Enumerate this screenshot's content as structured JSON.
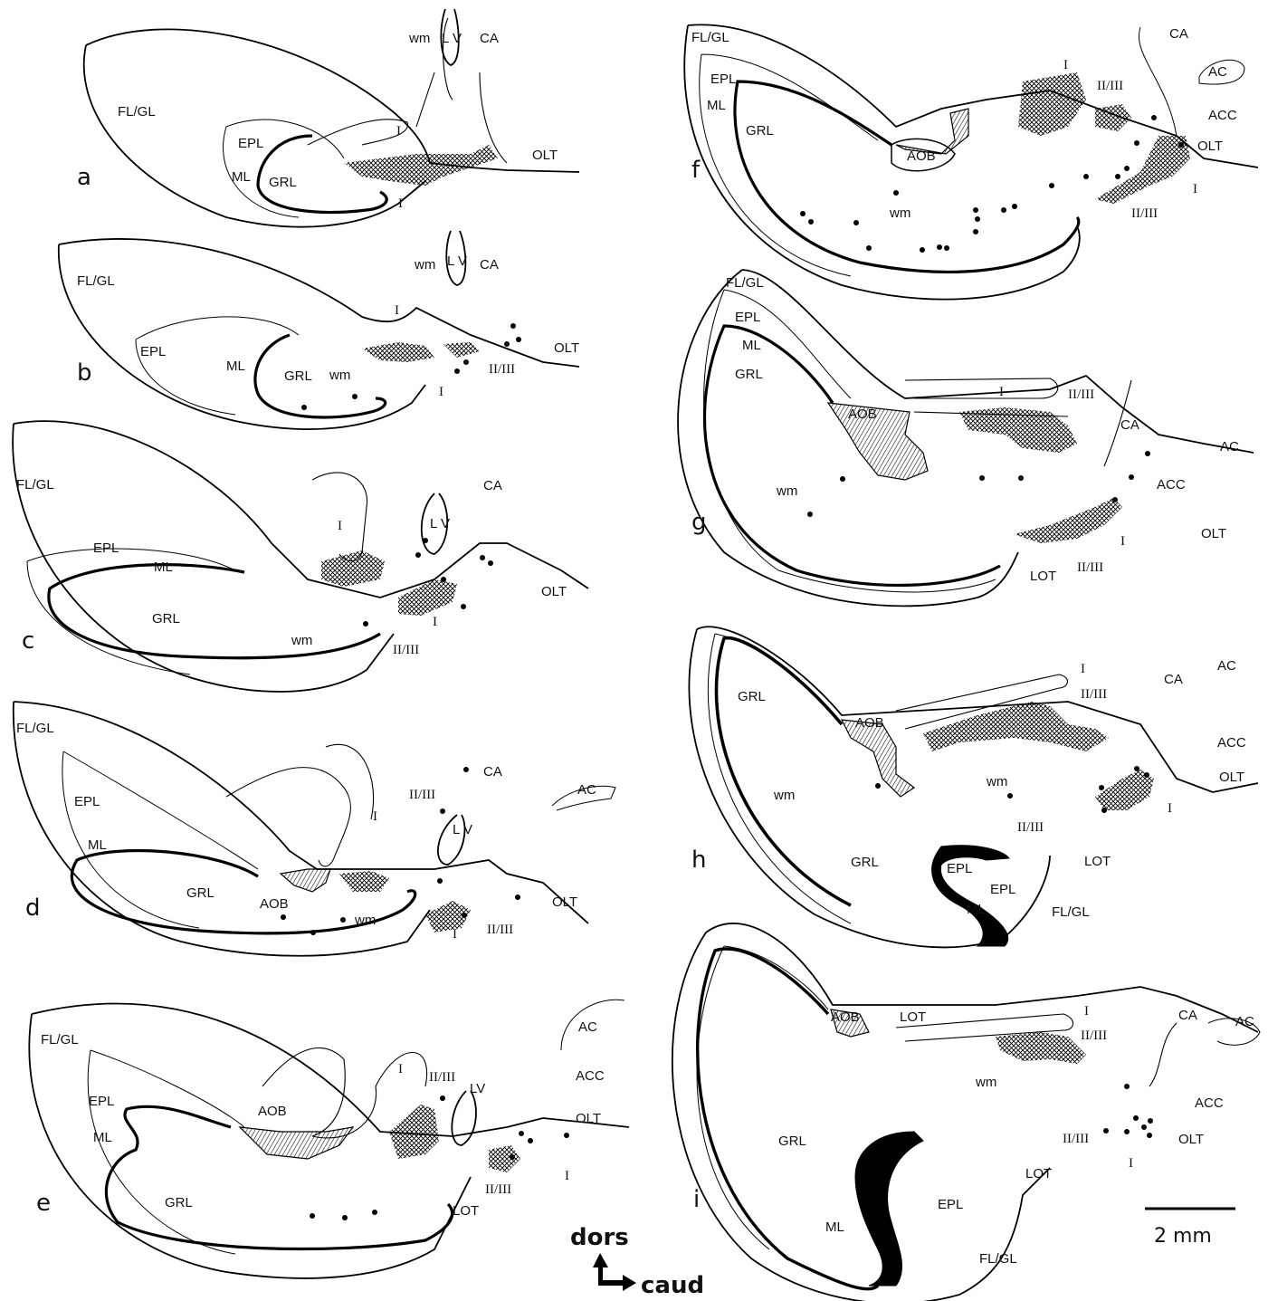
{
  "figure": {
    "orientation": {
      "up_label": "dors",
      "right_label": "caud"
    },
    "scale_bar": {
      "label": "2 mm"
    },
    "panels": [
      {
        "id": "a",
        "labels": {
          "fl_gl": "FL/GL",
          "epl": "EPL",
          "ml": "ML",
          "grl": "GRL",
          "i_top": "I",
          "i_bot": "I",
          "wm": "wm",
          "lv": "L V",
          "ca": "CA",
          "olt": "OLT"
        }
      },
      {
        "id": "b",
        "labels": {
          "fl_gl": "FL/GL",
          "epl": "EPL",
          "ml": "ML",
          "grl": "GRL",
          "wm_in": "wm",
          "i_top": "I",
          "i_bot": "I",
          "ii_iii": "II/III",
          "wm": "wm",
          "lv": "L V",
          "ca": "CA",
          "olt": "OLT"
        }
      },
      {
        "id": "c",
        "labels": {
          "fl_gl": "FL/GL",
          "epl": "EPL",
          "ml": "ML",
          "grl": "GRL",
          "wm": "wm",
          "i_top": "I",
          "i_bot": "I",
          "ii_iii": "II/III",
          "lv": "L V",
          "ca": "CA",
          "olt": "OLT"
        }
      },
      {
        "id": "d",
        "labels": {
          "fl_gl": "FL/GL",
          "epl": "EPL",
          "ml": "ML",
          "grl": "GRL",
          "aob": "AOB",
          "wm": "wm",
          "i_top": "I",
          "i_bot": "I",
          "ii_iii_top": "II/III",
          "ii_iii": "II/III",
          "lv": "L V",
          "ca": "CA",
          "ac": "AC",
          "olt": "OLT"
        }
      },
      {
        "id": "e",
        "labels": {
          "fl_gl": "FL/GL",
          "epl": "EPL",
          "ml": "ML",
          "grl": "GRL",
          "aob": "AOB",
          "i_top": "I",
          "i_bot": "I",
          "ii_iii_top": "II/III",
          "ii_iii": "II/III",
          "lv": "LV",
          "lot": "LOT",
          "ac": "AC",
          "acc": "ACC",
          "olt": "OLT"
        }
      },
      {
        "id": "f",
        "labels": {
          "fl_gl": "FL/GL",
          "epl": "EPL",
          "ml": "ML",
          "grl": "GRL",
          "aob": "AOB",
          "wm": "wm",
          "i_top": "I",
          "i_bot": "I",
          "ii_iii_top": "II/III",
          "ii_iii": "II/III",
          "ca": "CA",
          "ac": "AC",
          "acc": "ACC",
          "olt": "OLT"
        }
      },
      {
        "id": "g",
        "labels": {
          "fl_gl": "FL/GL",
          "epl": "EPL",
          "ml": "ML",
          "grl": "GRL",
          "aob": "AOB",
          "wm": "wm",
          "i_top": "I",
          "i_bot": "I",
          "ii_iii_top": "II/III",
          "ii_iii": "II/III",
          "lot": "LOT",
          "ca": "CA",
          "ac": "AC",
          "acc": "ACC",
          "olt": "OLT"
        }
      },
      {
        "id": "h",
        "labels": {
          "grl": "GRL",
          "aob": "AOB",
          "wm": "wm",
          "wm2": "wm",
          "grl2": "GRL",
          "epl_in": "EPL",
          "epl": "EPL",
          "ml": "ML",
          "fl_gl": "FL/GL",
          "i_top": "I",
          "i_bot": "I",
          "ii_iii_top": "II/III",
          "ii_iii": "II/III",
          "lot": "LOT",
          "ca": "CA",
          "ac": "AC",
          "acc": "ACC",
          "olt": "OLT"
        }
      },
      {
        "id": "i",
        "labels": {
          "aob": "AOB",
          "lot_top": "LOT",
          "wm": "wm",
          "grl": "GRL",
          "ml": "ML",
          "epl": "EPL",
          "fl_gl": "FL/GL",
          "lot": "LOT",
          "i_top": "I",
          "i_bot": "I",
          "ii_iii_top": "II/III",
          "ii_iii": "II/III",
          "ca": "CA",
          "ac": "AC",
          "acc": "ACC",
          "olt": "OLT"
        }
      }
    ]
  }
}
